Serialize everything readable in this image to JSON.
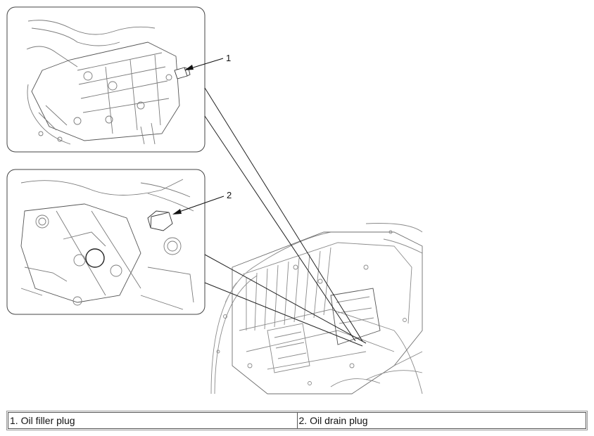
{
  "callouts": [
    {
      "number": "1",
      "label": "1. Oil filler plug"
    },
    {
      "number": "2",
      "label": "2. Oil drain plug"
    }
  ],
  "colors": {
    "line": "#333333",
    "light_line": "#9a9a9a",
    "frame": "#444444"
  },
  "icons": [
    "transmission-housing-illustration",
    "vehicle-underbody-illustration"
  ]
}
